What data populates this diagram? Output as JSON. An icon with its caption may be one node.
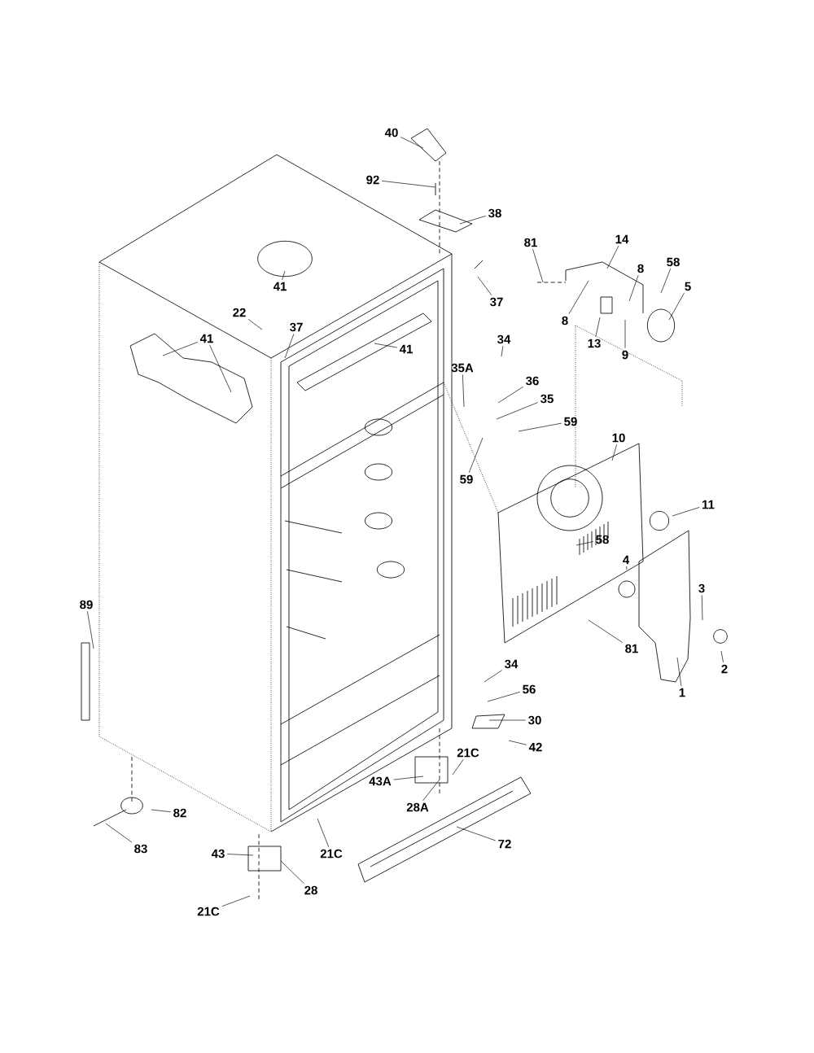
{
  "diagram": {
    "nodes": [
      {
        "text": [
          "40"
        ]
      },
      {
        "text": [
          "92"
        ]
      },
      {
        "text": [
          "38"
        ]
      },
      {
        "text": [
          "81"
        ]
      },
      {
        "text": [
          "14"
        ]
      },
      {
        "text": [
          "8"
        ]
      },
      {
        "text": [
          "58"
        ]
      },
      {
        "text": [
          "5"
        ]
      },
      {
        "text": [
          "8"
        ]
      },
      {
        "text": [
          "13"
        ]
      },
      {
        "text": [
          "9"
        ]
      },
      {
        "text": [
          "37"
        ]
      },
      {
        "text": [
          "41"
        ]
      },
      {
        "text": [
          "22"
        ]
      },
      {
        "text": [
          "37"
        ]
      },
      {
        "text": [
          "41"
        ]
      },
      {
        "text": [
          "41"
        ]
      },
      {
        "text": [
          "34"
        ]
      },
      {
        "text": [
          "35A"
        ]
      },
      {
        "text": [
          "36"
        ]
      },
      {
        "text": [
          "35"
        ]
      },
      {
        "text": [
          "59"
        ]
      },
      {
        "text": [
          "59"
        ]
      },
      {
        "text": [
          "10"
        ]
      },
      {
        "text": [
          "11"
        ]
      },
      {
        "text": [
          "58"
        ]
      },
      {
        "text": [
          "4"
        ]
      },
      {
        "text": [
          "3"
        ]
      },
      {
        "text": [
          "81"
        ]
      },
      {
        "text": [
          "2"
        ]
      },
      {
        "text": [
          "1"
        ]
      },
      {
        "text": [
          "89"
        ]
      },
      {
        "text": [
          "34"
        ]
      },
      {
        "text": [
          "56"
        ]
      },
      {
        "text": [
          "30"
        ]
      },
      {
        "text": [
          "42"
        ]
      },
      {
        "text": [
          "21C"
        ]
      },
      {
        "text": [
          "43A"
        ]
      },
      {
        "text": [
          "28A"
        ]
      },
      {
        "text": [
          "82"
        ]
      },
      {
        "text": [
          "83"
        ]
      },
      {
        "text": [
          "21C"
        ]
      },
      {
        "text": [
          "72"
        ]
      },
      {
        "text": [
          "43"
        ]
      },
      {
        "text": [
          "28"
        ]
      },
      {
        "text": [
          "21C"
        ]
      }
    ],
    "edges": [
      {
        "from": 0,
        "to": null,
        "arrow": "none"
      },
      {
        "from": 1,
        "to": null,
        "arrow": "none"
      },
      {
        "from": 2,
        "to": null,
        "arrow": "none"
      },
      {
        "from": 3,
        "to": null,
        "arrow": "none"
      },
      {
        "from": 4,
        "to": null,
        "arrow": "none"
      },
      {
        "from": 5,
        "to": null,
        "arrow": "none"
      },
      {
        "from": 6,
        "to": null,
        "arrow": "none"
      },
      {
        "from": 7,
        "to": null,
        "arrow": "none"
      },
      {
        "from": 8,
        "to": null,
        "arrow": "none"
      },
      {
        "from": 9,
        "to": null,
        "arrow": "none"
      },
      {
        "from": 10,
        "to": null,
        "arrow": "none"
      },
      {
        "from": 11,
        "to": null,
        "arrow": "none"
      },
      {
        "from": 12,
        "to": null,
        "arrow": "none"
      },
      {
        "from": 13,
        "to": null,
        "arrow": "none"
      },
      {
        "from": 14,
        "to": null,
        "arrow": "none"
      },
      {
        "from": 15,
        "to": null,
        "arrow": "none"
      },
      {
        "from": 16,
        "to": null,
        "arrow": "none"
      },
      {
        "from": 16,
        "to": null,
        "arrow": "none"
      },
      {
        "from": 17,
        "to": null,
        "arrow": "none"
      },
      {
        "from": 18,
        "to": null,
        "arrow": "none"
      },
      {
        "from": 19,
        "to": null,
        "arrow": "none"
      },
      {
        "from": 20,
        "to": null,
        "arrow": "none"
      },
      {
        "from": 21,
        "to": null,
        "arrow": "none"
      },
      {
        "from": 22,
        "to": null,
        "arrow": "none"
      },
      {
        "from": 23,
        "to": null,
        "arrow": "none"
      },
      {
        "from": 24,
        "to": null,
        "arrow": "none"
      },
      {
        "from": 25,
        "to": null,
        "arrow": "none"
      },
      {
        "from": 26,
        "to": null,
        "arrow": "none"
      },
      {
        "from": 27,
        "to": null,
        "arrow": "none"
      },
      {
        "from": 28,
        "to": null,
        "arrow": "none"
      },
      {
        "from": 29,
        "to": null,
        "arrow": "none"
      },
      {
        "from": 30,
        "to": null,
        "arrow": "none"
      },
      {
        "from": 31,
        "to": null,
        "arrow": "none"
      },
      {
        "from": 32,
        "to": null,
        "arrow": "none"
      },
      {
        "from": 33,
        "to": null,
        "arrow": "none"
      },
      {
        "from": 34,
        "to": null,
        "arrow": "none"
      },
      {
        "from": 35,
        "to": null,
        "arrow": "none"
      },
      {
        "from": 36,
        "to": null,
        "arrow": "none"
      },
      {
        "from": 37,
        "to": null,
        "arrow": "none"
      },
      {
        "from": 38,
        "to": null,
        "arrow": "none"
      },
      {
        "from": 39,
        "to": null,
        "arrow": "none"
      },
      {
        "from": 40,
        "to": null,
        "arrow": "none"
      },
      {
        "from": 41,
        "to": null,
        "arrow": "none"
      },
      {
        "from": 42,
        "to": null,
        "arrow": "none"
      },
      {
        "from": 43,
        "to": null,
        "arrow": "none"
      },
      {
        "from": 44,
        "to": null,
        "arrow": "none"
      },
      {
        "from": 45,
        "to": null,
        "arrow": "none"
      }
    ]
  }
}
